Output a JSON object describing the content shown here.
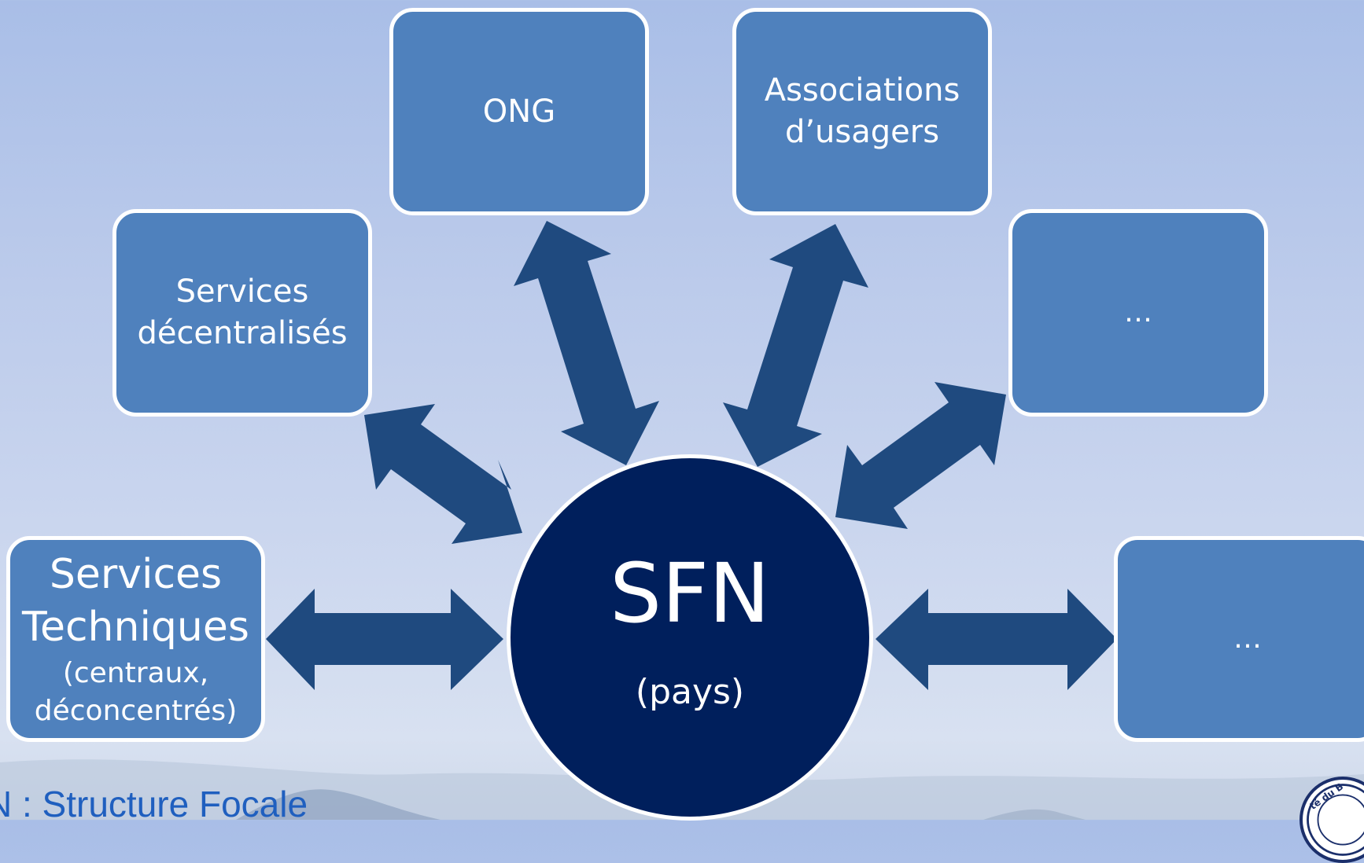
{
  "hub": {
    "title": "SFN",
    "subtitle": "(pays)"
  },
  "nodes": {
    "services_techniques": {
      "main": "Services Techniques",
      "sub": "(centraux, déconcentrés)"
    },
    "services_decentralises": {
      "label": "Services décentralisés"
    },
    "ong": {
      "label": "ONG"
    },
    "associations": {
      "label": "Associations d’usagers"
    },
    "other_upper": {
      "label": "…"
    },
    "other_lower": {
      "label": "…"
    }
  },
  "footnote": "N : Structure Focale",
  "seal_text": "té du B",
  "colors": {
    "node_fill": "#4f81bd",
    "hub_fill": "#001f5c",
    "arrow_fill": "#1f4a7f",
    "border": "#ffffff",
    "footnote_text": "#1f5fbf"
  }
}
